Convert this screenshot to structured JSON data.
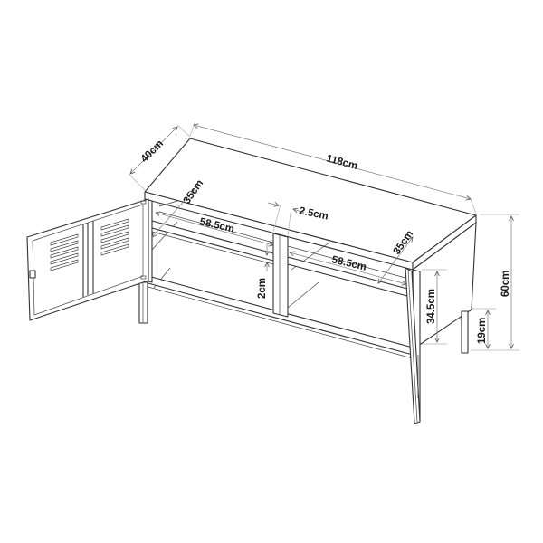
{
  "diagram": {
    "subject": "Metal TV cabinet with open locker-style door and two open compartments",
    "line_color": "#333333",
    "dimension_color": "#7a7a7a",
    "dimensions": {
      "width": "118cm",
      "depth": "40cm",
      "height": "60cm",
      "inner_depth_left": "35cm",
      "inner_depth_right": "35cm",
      "compartment_width_left": "58.5cm",
      "compartment_width_right": "58.5cm",
      "divider_thickness": "2.5cm",
      "shelf_thickness": "2cm",
      "compartment_height": "34.5cm",
      "leg_height": "19cm"
    }
  }
}
